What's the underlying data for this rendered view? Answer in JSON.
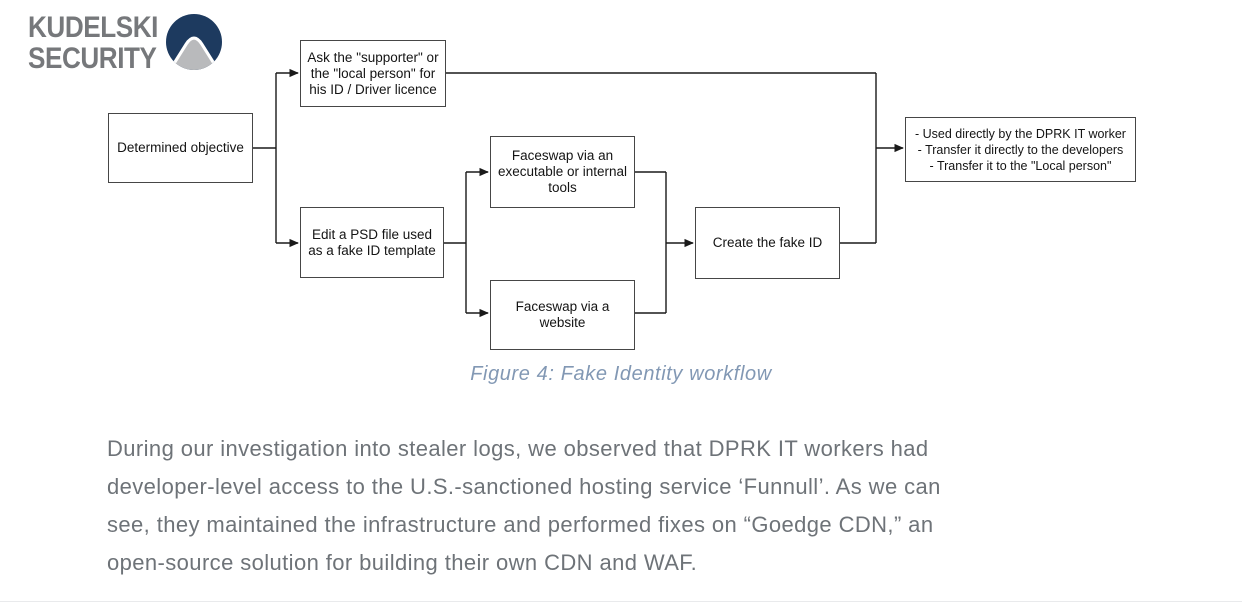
{
  "logo": {
    "line1": "KUDELSKI",
    "line2": "SECURITY"
  },
  "flowchart": {
    "boxes": {
      "determined": "Determined objective",
      "ask_id": "Ask the \"supporter\" or\nthe \"local person\" for\nhis ID / Driver licence",
      "edit_psd": "Edit a PSD file used\nas a fake ID template",
      "faceswap_exe": "Faceswap via an\nexecutable or internal\ntools",
      "faceswap_web": "Faceswap via a\nwebsite",
      "create_fake_id": "Create the fake ID",
      "outcomes": "- Used directly by the DPRK IT worker\n- Transfer it directly to the developers\n- Transfer it to the \"Local person\""
    }
  },
  "caption": "Figure 4: Fake Identity workflow",
  "paragraph": "During our investigation into stealer logs, we observed that DPRK IT workers had\ndeveloper-level access to the U.S.-sanctioned hosting service ‘Funnull’. As we can\nsee, they maintained the infrastructure and performed fixes on “Goedge CDN,” an\nopen-source solution for building their own CDN and WAF.",
  "colors": {
    "logo_text": "#76787b",
    "logo_navy": "#1d3a5f",
    "logo_gray": "#b9babc",
    "caption": "#8298b4",
    "paragraph": "#6e7378",
    "box_border": "#464646",
    "connector": "#1a1a1a"
  }
}
